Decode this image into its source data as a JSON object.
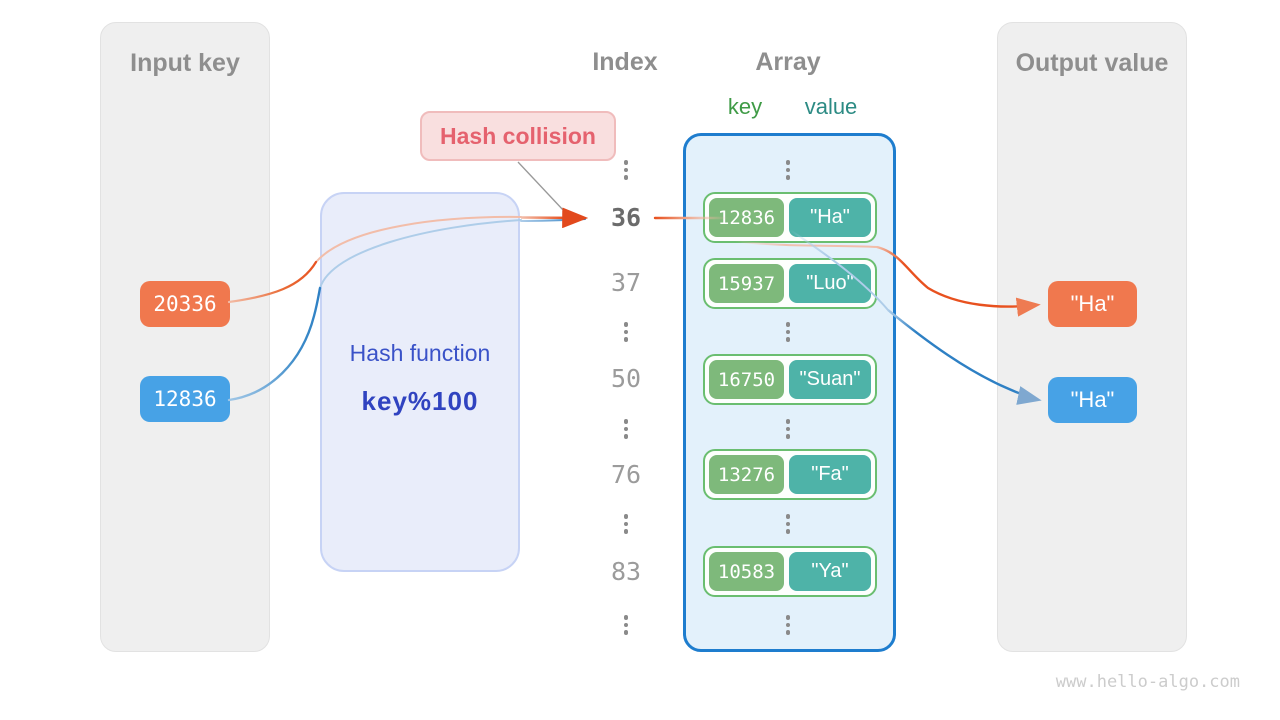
{
  "input_panel": {
    "title": "Input key"
  },
  "input_keys": [
    {
      "label": "20336",
      "color": "#F0784E"
    },
    {
      "label": "12836",
      "color": "#47A2E6"
    }
  ],
  "hash_box": {
    "line1": "Hash function",
    "line2": "key%100"
  },
  "collision": {
    "label": "Hash collision"
  },
  "index_col": {
    "title": "Index",
    "values": [
      "36",
      "37",
      "50",
      "76",
      "83"
    ]
  },
  "array_panel": {
    "title": "Array",
    "key_header": "key",
    "value_header": "value",
    "rows": [
      {
        "key": "12836",
        "value": "\"Ha\""
      },
      {
        "key": "15937",
        "value": "\"Luo\""
      },
      {
        "key": "16750",
        "value": "\"Suan\""
      },
      {
        "key": "13276",
        "value": "\"Fa\""
      },
      {
        "key": "10583",
        "value": "\"Ya\""
      }
    ]
  },
  "output_panel": {
    "title": "Output value"
  },
  "output_values": [
    {
      "label": "\"Ha\"",
      "color": "#F0784E"
    },
    {
      "label": "\"Ha\"",
      "color": "#47A2E6"
    }
  ],
  "watermark": "www.hello-algo.com",
  "colors": {
    "panel_gray": "#EFEFEF",
    "title_gray": "#8E8E8E",
    "orange": "#F0784E",
    "blue": "#47A2E6",
    "hash_box_fill": "#E9EDFA",
    "hash_text_blue": "#3A52C8",
    "collision_fill": "#F9DFDF",
    "collision_red": "#E5626E",
    "array_fill": "#E3F1FB",
    "array_border_blue": "#1E7DCE",
    "pair_border_green": "#6ABE70",
    "key_green": "#7EB97B",
    "value_teal": "#4EB3A8",
    "key_header_green": "#3F9B46",
    "value_header_teal": "#2C8B84",
    "line_orange": "#E8511F",
    "line_blue": "#2E80C4"
  }
}
